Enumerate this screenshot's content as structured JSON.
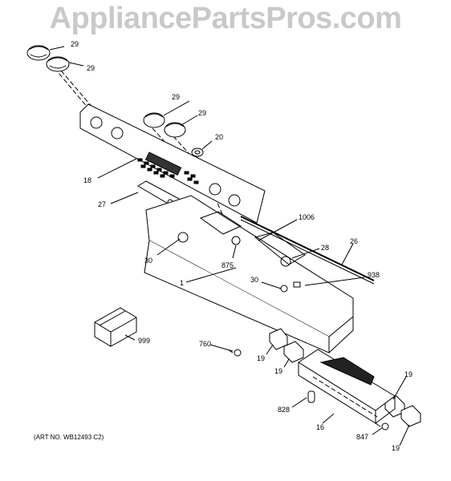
{
  "watermark": "AppliancePartsPros.com",
  "art_number": "(ART NO. WB12493 C2)",
  "callouts": [
    "29",
    "29",
    "29",
    "29",
    "20",
    "18",
    "27",
    "1006",
    "28",
    "26",
    "30",
    "875",
    "938",
    "1",
    "30",
    "999",
    "760",
    "19",
    "19",
    "19",
    "828",
    "16",
    "847",
    "19"
  ]
}
